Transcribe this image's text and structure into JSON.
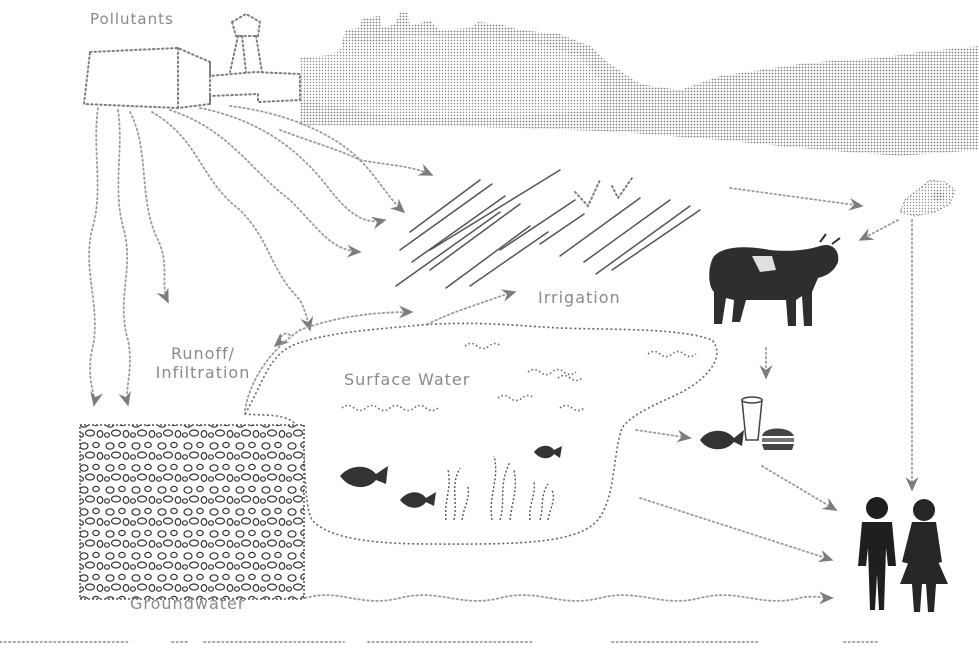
{
  "labels": {
    "pollutants": "Pollutants",
    "runoff_line1": "Runoff/",
    "runoff_line2": "Infiltration",
    "irrigation": "Irrigation",
    "surface_water": "Surface Water",
    "groundwater": "Groundwater"
  },
  "colors": {
    "ink": "#555555",
    "label": "#8a8a8a",
    "haze": "#bdbdbd"
  }
}
